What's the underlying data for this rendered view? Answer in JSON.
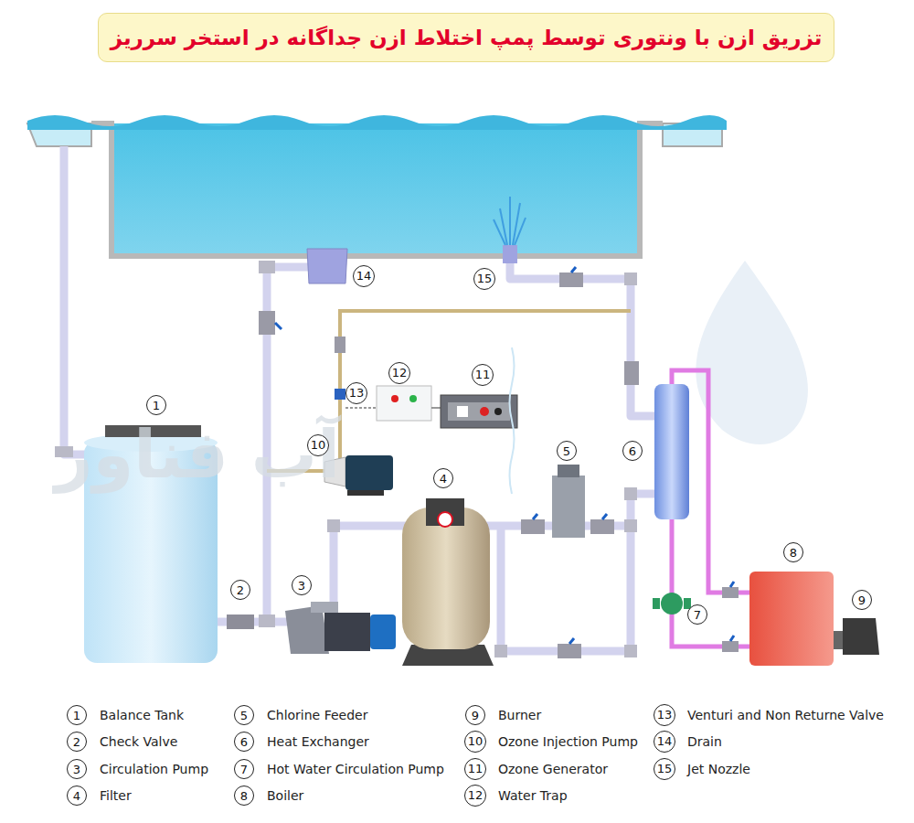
{
  "diagram": {
    "title": "تزریق ازن با ونتوری توسط پمپ اختلاط ازن جداگانه در استخر سرریز",
    "nodes": [
      {
        "text": [
          "تزریق ازن با ونتوری توسط پمپ اختلاط ازن جداگانه در استخر سرریز"
        ]
      },
      {
        "text": [
          "1"
        ]
      },
      {
        "text": [
          "2"
        ]
      },
      {
        "text": [
          "3"
        ]
      },
      {
        "text": [
          "4"
        ]
      },
      {
        "text": [
          "5"
        ]
      },
      {
        "text": [
          "6"
        ]
      },
      {
        "text": [
          "7"
        ]
      },
      {
        "text": [
          "8"
        ]
      },
      {
        "text": [
          "9"
        ]
      },
      {
        "text": [
          "10"
        ]
      },
      {
        "text": [
          "11"
        ]
      },
      {
        "text": [
          "12"
        ]
      },
      {
        "text": [
          "13"
        ]
      },
      {
        "text": [
          "14"
        ]
      },
      {
        "text": [
          "15"
        ]
      },
      {
        "text": [
          "1"
        ]
      },
      {
        "text": [
          "2"
        ]
      },
      {
        "text": [
          "3"
        ]
      },
      {
        "text": [
          "4"
        ]
      },
      {
        "text": [
          "5"
        ]
      },
      {
        "text": [
          "6"
        ]
      },
      {
        "text": [
          "7"
        ]
      },
      {
        "text": [
          "8"
        ]
      },
      {
        "text": [
          "9"
        ]
      },
      {
        "text": [
          "10"
        ]
      },
      {
        "text": [
          "11"
        ]
      },
      {
        "text": [
          "12"
        ]
      },
      {
        "text": [
          "13"
        ]
      },
      {
        "text": [
          "14"
        ]
      },
      {
        "text": [
          "15"
        ]
      }
    ],
    "labels": [
      "Balance Tank",
      "Check Valve",
      "Circulation Pump",
      "Filter",
      "Chlorine Feeder",
      "Heat Exchanger",
      "Hot Water Circulation Pump",
      "Boiler",
      "Burner",
      "Ozone Injection Pump",
      "Ozone Generator",
      "Water Trap",
      "Venturi and Non Returne Valve",
      "Drain",
      "Jet Nozzle",
      "آب فناور"
    ]
  }
}
